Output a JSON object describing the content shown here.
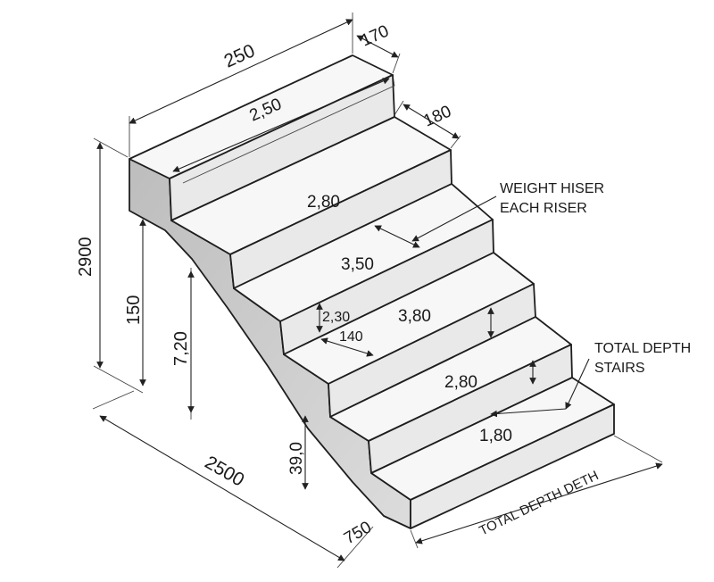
{
  "labels": {
    "width_top": "250",
    "tread_top": "170",
    "tread_2": "180",
    "step_1": "2,50",
    "step_2": "2,80",
    "step_3": "3,50",
    "step_4": "3,80",
    "step_5": "2,80",
    "step_6": "1,80",
    "small_rise": "2,30",
    "small_tread": "140",
    "total_height": "2900",
    "height_a": "150",
    "height_b": "7,20",
    "height_c": "39,0",
    "length_left": "2500",
    "length_right": "750",
    "callout_riser_line1": "WEIGHT HISER",
    "callout_riser_line2": "EACH RISER",
    "callout_depth_line1": "TOTAL DEPTH",
    "callout_depth_line2": "STAIRS",
    "total_depth_bottom": "TOTAL DEPTH DETH"
  },
  "colors": {
    "tread": "#f7f7f7",
    "riser": "#e9e9e9",
    "side": "#cfcfcf",
    "edge": "#1e1e1e"
  }
}
